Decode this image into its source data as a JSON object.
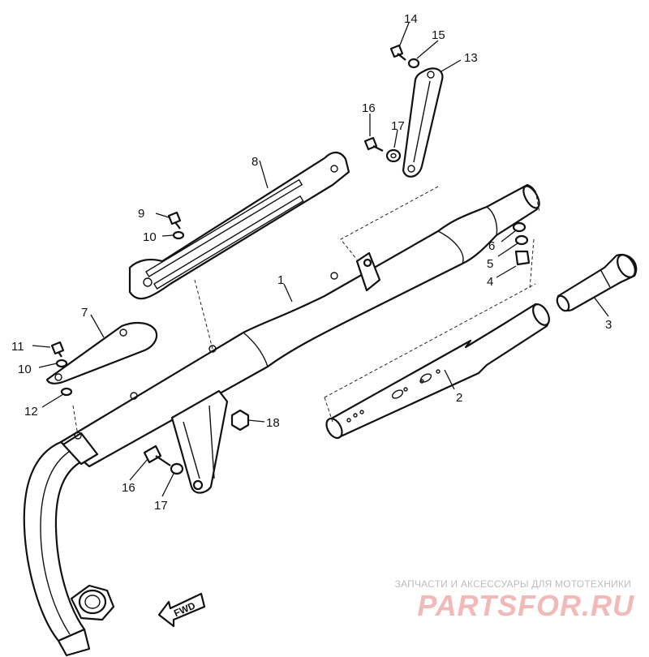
{
  "diagram": {
    "parts": [
      {
        "id": "1",
        "label": "1"
      },
      {
        "id": "2",
        "label": "2"
      },
      {
        "id": "3",
        "label": "3"
      },
      {
        "id": "4",
        "label": "4"
      },
      {
        "id": "5",
        "label": "5"
      },
      {
        "id": "6",
        "label": "6"
      },
      {
        "id": "7",
        "label": "7"
      },
      {
        "id": "8",
        "label": "8"
      },
      {
        "id": "9",
        "label": "9"
      },
      {
        "id": "10a",
        "label": "10"
      },
      {
        "id": "10b",
        "label": "10"
      },
      {
        "id": "11",
        "label": "11"
      },
      {
        "id": "12",
        "label": "12"
      },
      {
        "id": "13",
        "label": "13"
      },
      {
        "id": "14",
        "label": "14"
      },
      {
        "id": "15",
        "label": "15"
      },
      {
        "id": "16a",
        "label": "16"
      },
      {
        "id": "16b",
        "label": "16"
      },
      {
        "id": "17a",
        "label": "17"
      },
      {
        "id": "17b",
        "label": "17"
      },
      {
        "id": "18",
        "label": "18"
      }
    ],
    "direction_marker": "FWD"
  },
  "watermark": {
    "tagline": "ЗАПЧАСТИ И АКСЕССУАРЫ ДЛЯ МОТОТЕХНИКИ",
    "logo": "PARTSFOR.RU",
    "color": "#f2b9b9"
  }
}
